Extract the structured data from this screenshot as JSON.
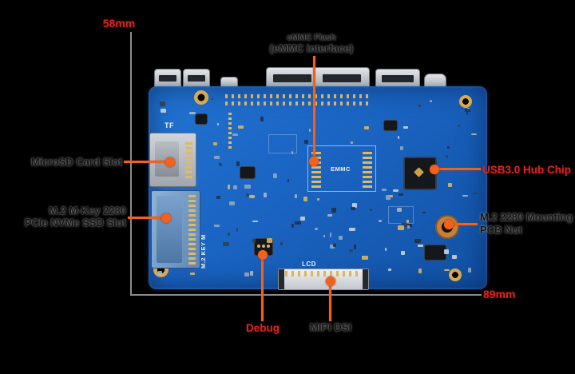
{
  "colors": {
    "background": "#000000",
    "board_blue": "#1a64c2",
    "leader_orange": "#f4611d",
    "label_red": "#e02421",
    "label_dark": "#141414",
    "dimension_gray": "#8d8d8d"
  },
  "dimensions": {
    "height_label": "58mm",
    "width_label": "89mm"
  },
  "annotations": {
    "emmc": {
      "line1": "eMMC Flash",
      "line2": "(eMMC interface)"
    },
    "microsd": {
      "text": "MicroSD Card Slot"
    },
    "m2_slot": {
      "line1": "M.2 M-Key 2280",
      "line2": "PCIe NVMe SSD Slot"
    },
    "usb_hub": {
      "text": "USB3.0 Hub Chip"
    },
    "pcb_nut": {
      "line1": "M.2 2280 Mounting",
      "line2": "PCB Nut"
    },
    "debug": {
      "text": "Debug"
    },
    "mipi": {
      "text": "MIPI DSI"
    }
  },
  "board_silkscreen": {
    "tf": "TF",
    "emmc": "EMMC",
    "m2": "M.2 KEY M",
    "lcd": "LCD"
  }
}
